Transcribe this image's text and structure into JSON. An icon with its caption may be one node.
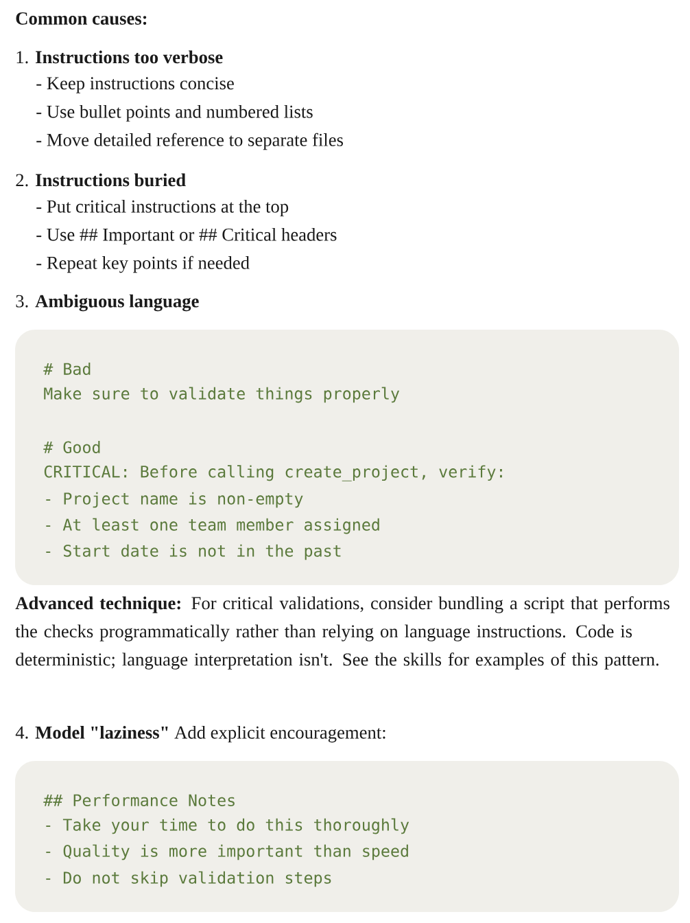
{
  "diagram": {
    "title": "Common causes:",
    "nodes": [
      {
        "text": [
          "# Bad",
          "Make sure to validate things properly",
          "# Good",
          "CRITICAL: Before calling create_project, verify:",
          "- Project name is non-empty",
          "- At least one team member assigned",
          "- Start date is not in the past"
        ]
      },
      {
        "text": [
          "## Performance Notes",
          "- Take your time to do this thoroughly",
          "- Quality is more important than speed",
          "- Do not skip validation steps"
        ]
      }
    ],
    "labels": [
      "1. **Instructions too verbose**",
      "- Keep instructions concise",
      "- Use bullet points and numbered lists",
      "- Move detailed reference to separate files",
      "2. **Instructions buried**",
      "- Put critical instructions at the top",
      "- Use ## Important or ## Critical headers",
      "- Repeat key points if needed",
      "3. **Ambiguous language**",
      "**Advanced technique:** For critical validations, consider bundling a script that performs the checks programmatically rather than relying on language instructions. Code is deterministic; language interpretation isn't. See the skills for examples of this pattern.",
      "4. **Model \"laziness\"** Add explicit encouragement:"
    ]
  }
}
